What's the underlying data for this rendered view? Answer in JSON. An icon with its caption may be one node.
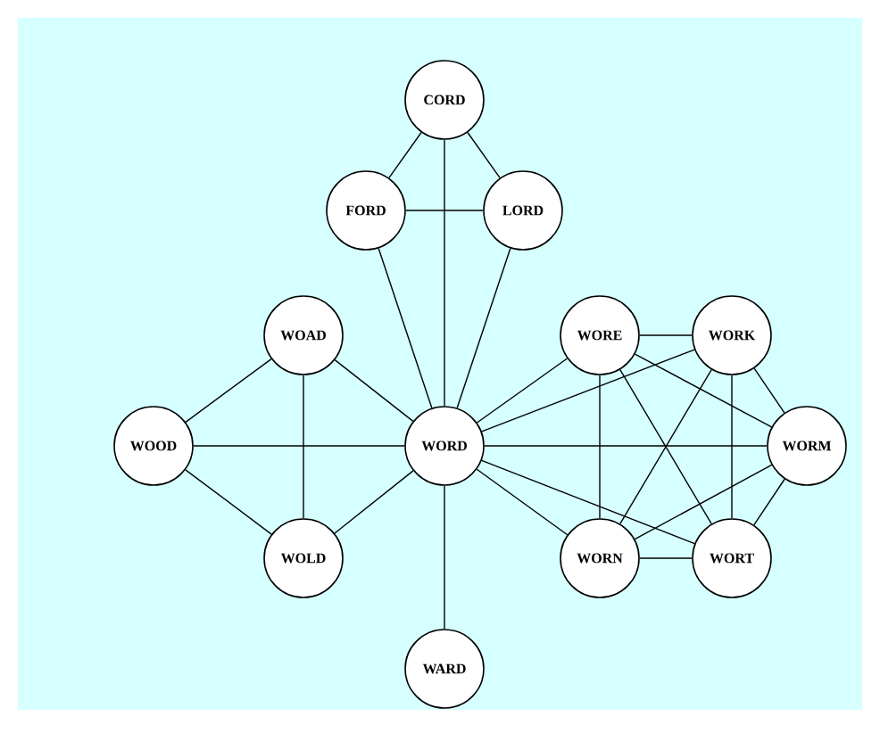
{
  "diagram": {
    "nodes": [
      {
        "text": [
          "CORD"
        ]
      },
      {
        "text": [
          "FORD"
        ]
      },
      {
        "text": [
          "LORD"
        ]
      },
      {
        "text": [
          "WOAD"
        ]
      },
      {
        "text": [
          "WORE"
        ]
      },
      {
        "text": [
          "WORK"
        ]
      },
      {
        "text": [
          "WOOD"
        ]
      },
      {
        "text": [
          "WORD"
        ]
      },
      {
        "text": [
          "WORM"
        ]
      },
      {
        "text": [
          "WOLD"
        ]
      },
      {
        "text": [
          "WORN"
        ]
      },
      {
        "text": [
          "WORT"
        ]
      },
      {
        "text": [
          "WARD"
        ]
      }
    ],
    "edges": [
      {
        "from": 0,
        "to": 1,
        "arrow": "none"
      },
      {
        "from": 0,
        "to": 2,
        "arrow": "none"
      },
      {
        "from": 0,
        "to": 7,
        "arrow": "none"
      },
      {
        "from": 1,
        "to": 2,
        "arrow": "none"
      },
      {
        "from": 1,
        "to": 7,
        "arrow": "none"
      },
      {
        "from": 2,
        "to": 7,
        "arrow": "none"
      },
      {
        "from": 3,
        "to": 6,
        "arrow": "none"
      },
      {
        "from": 3,
        "to": 9,
        "arrow": "none"
      },
      {
        "from": 3,
        "to": 7,
        "arrow": "none"
      },
      {
        "from": 6,
        "to": 7,
        "arrow": "none"
      },
      {
        "from": 6,
        "to": 9,
        "arrow": "none"
      },
      {
        "from": 9,
        "to": 7,
        "arrow": "none"
      },
      {
        "from": 7,
        "to": 12,
        "arrow": "none"
      },
      {
        "from": 7,
        "to": 4,
        "arrow": "none"
      },
      {
        "from": 7,
        "to": 5,
        "arrow": "none"
      },
      {
        "from": 7,
        "to": 8,
        "arrow": "none"
      },
      {
        "from": 7,
        "to": 10,
        "arrow": "none"
      },
      {
        "from": 7,
        "to": 11,
        "arrow": "none"
      },
      {
        "from": 4,
        "to": 5,
        "arrow": "none"
      },
      {
        "from": 4,
        "to": 8,
        "arrow": "none"
      },
      {
        "from": 4,
        "to": 10,
        "arrow": "none"
      },
      {
        "from": 4,
        "to": 11,
        "arrow": "none"
      },
      {
        "from": 5,
        "to": 8,
        "arrow": "none"
      },
      {
        "from": 5,
        "to": 10,
        "arrow": "none"
      },
      {
        "from": 5,
        "to": 11,
        "arrow": "none"
      },
      {
        "from": 8,
        "to": 10,
        "arrow": "none"
      },
      {
        "from": 8,
        "to": 11,
        "arrow": "none"
      },
      {
        "from": 10,
        "to": 11,
        "arrow": "none"
      }
    ]
  }
}
